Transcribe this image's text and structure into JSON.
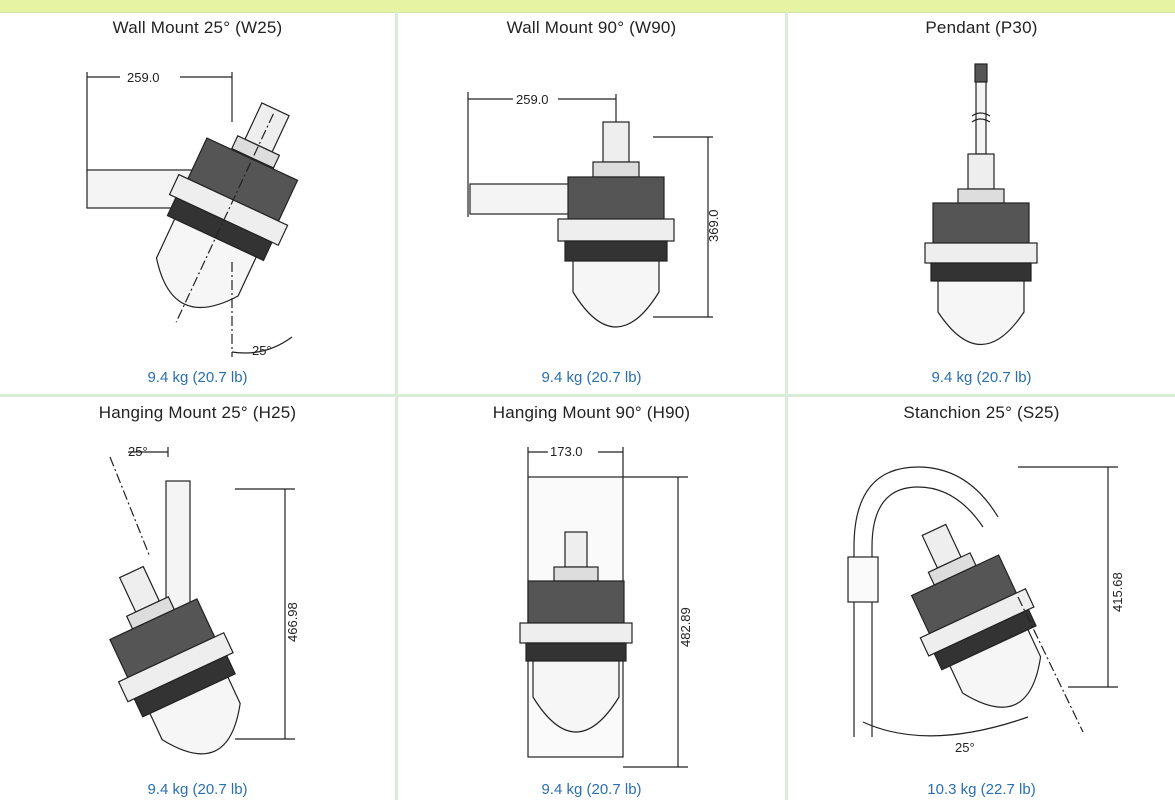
{
  "panels": [
    {
      "title": "Wall Mount 25° (W25)",
      "weight": "9.4 kg (20.7 lb)",
      "dims": [
        "259.0",
        "25°"
      ]
    },
    {
      "title": "Wall Mount 90° (W90)",
      "weight": "9.4 kg (20.7 lb)",
      "dims": [
        "259.0",
        "369.0"
      ]
    },
    {
      "title": "Pendant  (P30)",
      "weight": "9.4 kg (20.7 lb)",
      "dims": []
    },
    {
      "title": "Hanging Mount 25° (H25)",
      "weight": "9.4 kg (20.7 lb)",
      "dims": [
        "25°",
        "466.98"
      ]
    },
    {
      "title": "Hanging Mount 90° (H90)",
      "weight": "9.4 kg (20.7 lb)",
      "dims": [
        "173.0",
        "482.89"
      ]
    },
    {
      "title": "Stanchion 25° (S25)",
      "weight": "10.3 kg (22.7 lb)",
      "dims": [
        "415.68",
        "25°"
      ]
    }
  ],
  "colors": {
    "band": "#e5f3a3",
    "divider": "#d8ecd8",
    "weight_text": "#2a6fb0"
  }
}
